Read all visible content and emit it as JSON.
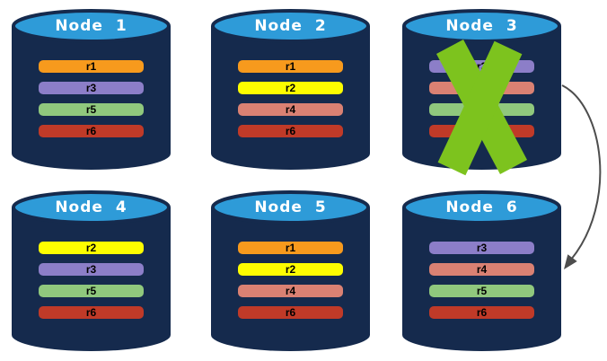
{
  "diagram": {
    "background": "#FFFFFF",
    "colors": {
      "cylinder_body": "#152A4D",
      "cylinder_top": "#2E9BD8",
      "cylinder_edge": "#152A4D",
      "title_text": "#FFFFFF",
      "bar_text": "#000000",
      "failure_x": "#7DC31E",
      "arrow": "#4D4D4D",
      "replica_orange": "#F79A1D",
      "replica_yellow": "#FDFD00",
      "replica_purple": "#8C7EC8",
      "replica_salmon": "#DA8173",
      "replica_green": "#90C87D",
      "replica_red": "#C03A28"
    },
    "nodes": [
      {
        "title": "Node 1",
        "failed": false,
        "bars": [
          {
            "label": "r1",
            "color": "#F79A1D"
          },
          {
            "label": "r3",
            "color": "#8C7EC8"
          },
          {
            "label": "r5",
            "color": "#90C87D"
          },
          {
            "label": "r6",
            "color": "#C03A28"
          }
        ]
      },
      {
        "title": "Node 2",
        "failed": false,
        "bars": [
          {
            "label": "r1",
            "color": "#F79A1D"
          },
          {
            "label": "r2",
            "color": "#FDFD00"
          },
          {
            "label": "r4",
            "color": "#DA8173"
          },
          {
            "label": "r6",
            "color": "#C03A28"
          }
        ]
      },
      {
        "title": "Node 3",
        "failed": true,
        "bars": [
          {
            "label": "r3",
            "color": "#8C7EC8"
          },
          {
            "label": "",
            "color": "#DA8173"
          },
          {
            "label": "",
            "color": "#90C87D"
          },
          {
            "label": "",
            "color": "#C03A28"
          }
        ]
      },
      {
        "title": "Node 4",
        "failed": false,
        "bars": [
          {
            "label": "r2",
            "color": "#FDFD00"
          },
          {
            "label": "r3",
            "color": "#8C7EC8"
          },
          {
            "label": "r5",
            "color": "#90C87D"
          },
          {
            "label": "r6",
            "color": "#C03A28"
          }
        ]
      },
      {
        "title": "Node 5",
        "failed": false,
        "bars": [
          {
            "label": "r1",
            "color": "#F79A1D"
          },
          {
            "label": "r2",
            "color": "#FDFD00"
          },
          {
            "label": "r4",
            "color": "#DA8173"
          },
          {
            "label": "r6",
            "color": "#C03A28"
          }
        ]
      },
      {
        "title": "Node 6",
        "failed": false,
        "bars": [
          {
            "label": "r3",
            "color": "#8C7EC8"
          },
          {
            "label": "r4",
            "color": "#DA8173"
          },
          {
            "label": "r5",
            "color": "#90C87D"
          },
          {
            "label": "r6",
            "color": "#C03A28"
          }
        ]
      }
    ],
    "arrow": {
      "from": "Node 3",
      "to": "Node 6"
    }
  }
}
